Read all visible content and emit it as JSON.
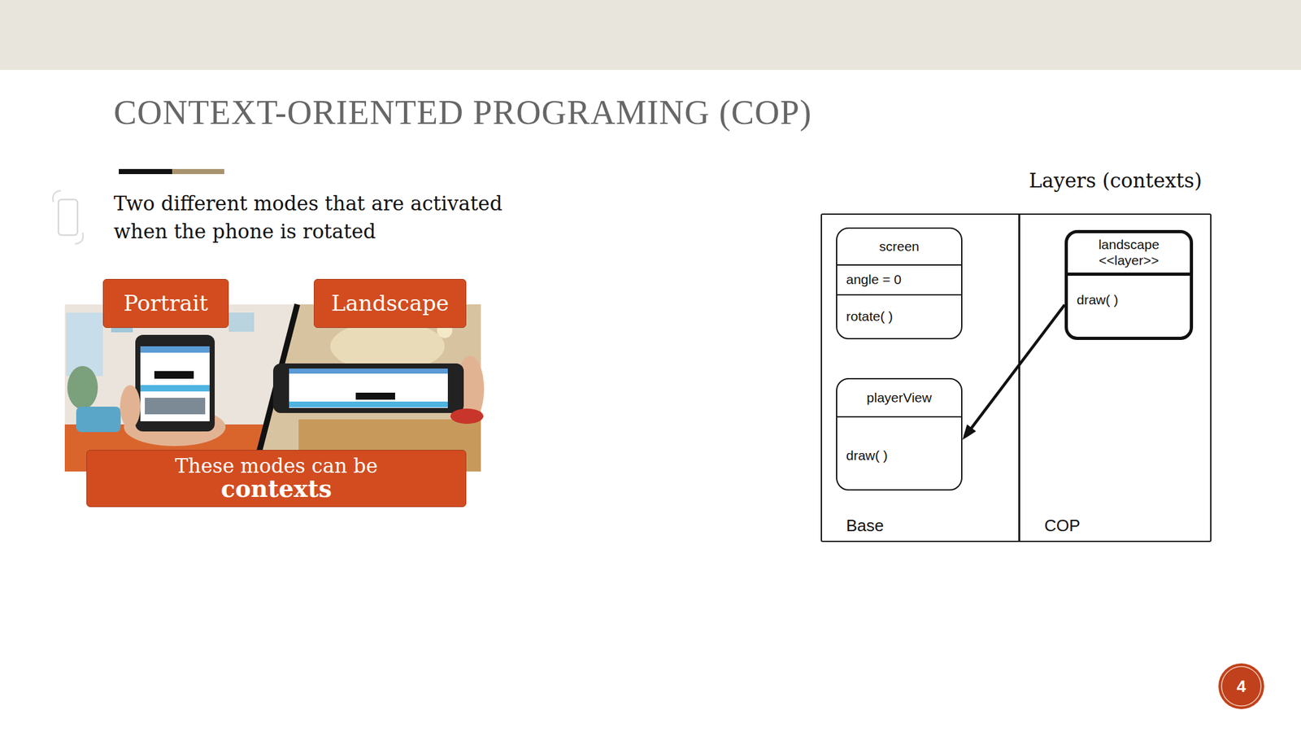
{
  "diagram": {
    "title": "CONTEXT-ORIENTED PROGRAMING (COP)",
    "nodes": [
      {
        "text": [
          "Portrait"
        ]
      },
      {
        "text": [
          "Landscape"
        ]
      },
      {
        "text": [
          "These modes can be",
          "contexts"
        ]
      },
      {
        "text": [
          "Layers (contexts)"
        ]
      },
      {
        "text": [
          "Base"
        ],
        "in": 3
      },
      {
        "text": [
          "screen",
          "angle = 0",
          "rotate( )"
        ],
        "in": 4
      },
      {
        "text": [
          "playerView",
          "draw( )"
        ],
        "in": 4
      },
      {
        "text": [
          "COP"
        ],
        "in": 3
      },
      {
        "text": [
          "landscape",
          "<<layer>>",
          "draw( )"
        ],
        "in": 7
      },
      {
        "text": [
          "4"
        ]
      }
    ],
    "edges": [
      {
        "from": 8,
        "to": 6,
        "arrow": "to"
      }
    ],
    "labels": [
      "Two different modes that are activated when the phone is rotated"
    ]
  }
}
